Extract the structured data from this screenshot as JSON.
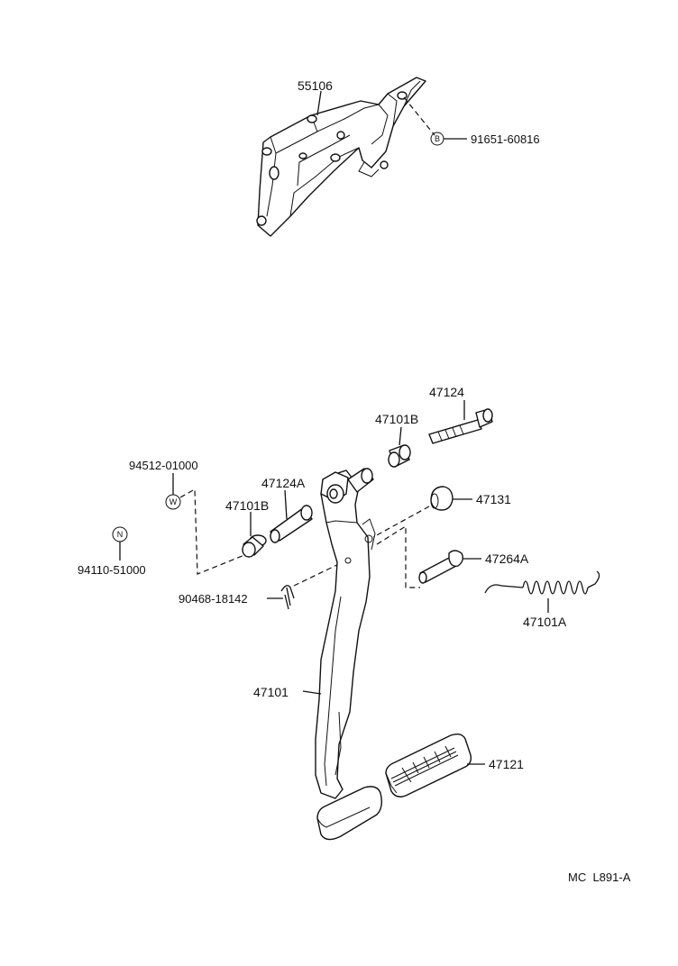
{
  "labels": {
    "bracket": "55106",
    "bracket_bolt": "91651-60816",
    "bracket_bolt_code": "B",
    "bolt": "47124",
    "bushing_b_top": "47101B",
    "washer": "94512-01000",
    "washer_code": "W",
    "pin": "47124A",
    "bushing_b_left": "47101B",
    "stopper": "47131",
    "nut": "94110-51000",
    "nut_code": "N",
    "pin_bolt": "47264A",
    "spring": "47101A",
    "clip": "90468-18142",
    "pedal": "47101",
    "pad": "47121"
  },
  "diagram_code": "MC  L891-A"
}
